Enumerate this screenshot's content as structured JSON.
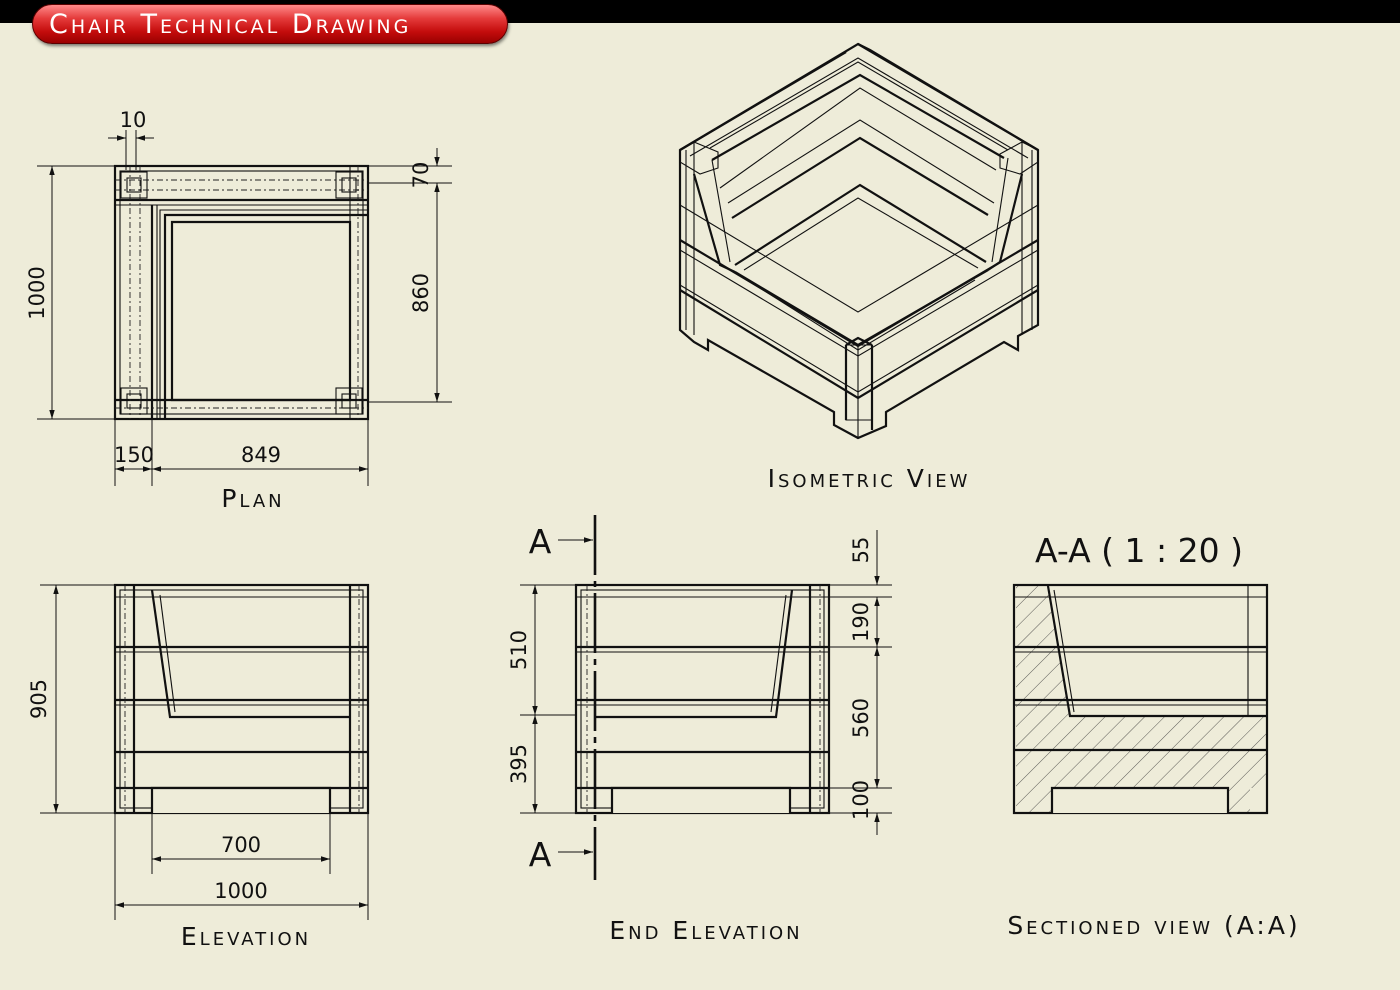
{
  "header": {
    "title": "Chair Technical Drawing"
  },
  "captions": {
    "plan": "Plan",
    "isometric": "Isometric View",
    "elevation": "Elevation",
    "end_elevation": "End Elevation",
    "sectioned": "Sectioned view (A:A)"
  },
  "section_title": "A-A  ( 1 : 20 )",
  "section_marker": "A",
  "dimensions": {
    "plan": {
      "d10": "10",
      "d70": "70",
      "d1000": "1000",
      "d860": "860",
      "d150": "150",
      "d849": "849"
    },
    "elevation": {
      "d905": "905",
      "d700": "700",
      "d1000": "1000"
    },
    "end_elevation": {
      "d55": "55",
      "d190": "190",
      "d510": "510",
      "d560": "560",
      "d395": "395",
      "d100": "100"
    }
  }
}
